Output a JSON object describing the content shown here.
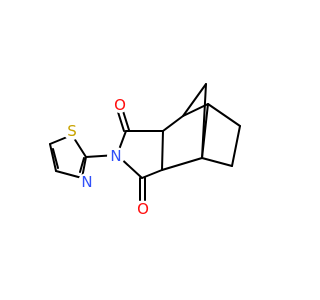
{
  "molecule": {
    "atoms": [
      {
        "id": "o1",
        "element": "O",
        "label": "O",
        "color": "#ff0d0d"
      },
      {
        "id": "o2",
        "element": "O",
        "label": "O",
        "color": "#ff0d0d"
      },
      {
        "id": "n_imide",
        "element": "N",
        "label": "N",
        "color": "#3050f8"
      },
      {
        "id": "n_ring",
        "element": "N",
        "label": "N",
        "color": "#3050f8"
      },
      {
        "id": "s_ring",
        "element": "S",
        "label": "S",
        "color": "#c8a300"
      }
    ],
    "bond_color": "#000000",
    "background": "#ffffff"
  }
}
